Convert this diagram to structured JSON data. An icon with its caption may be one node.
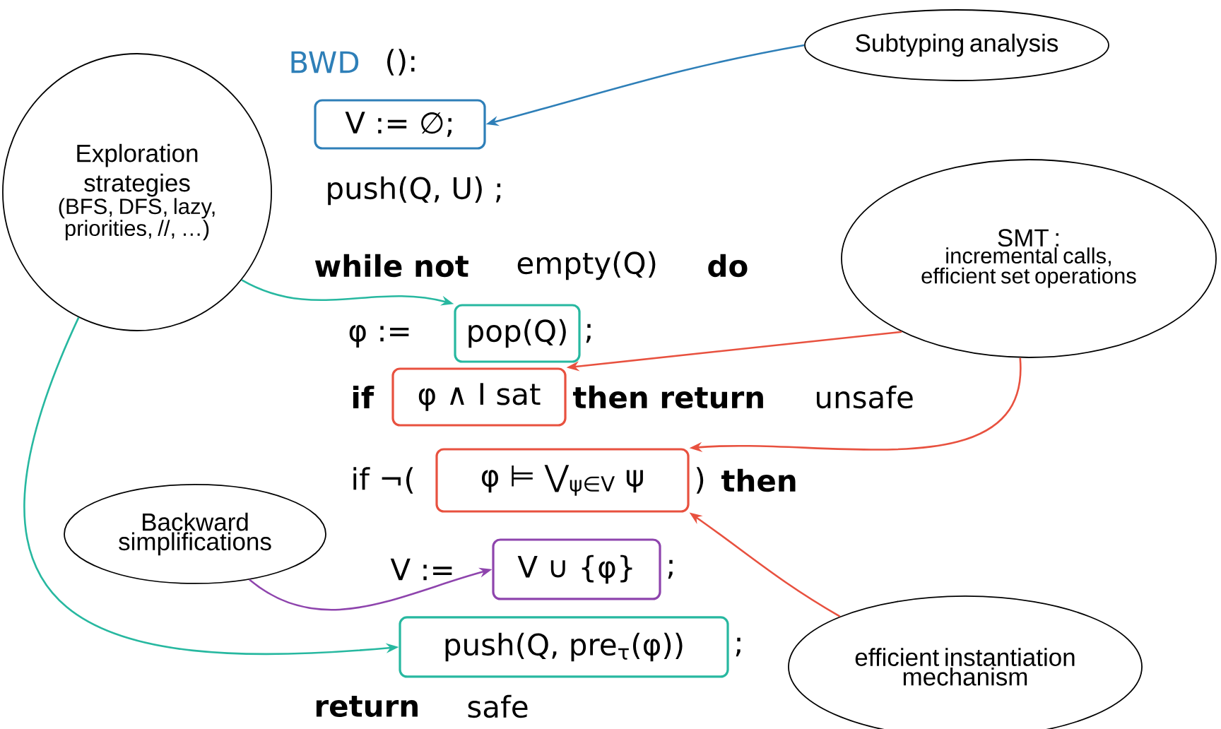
{
  "diagram": {
    "nodes": [
      {
        "text": [
          "Subtyping analysis"
        ]
      },
      {
        "text": [
          "Exploration strategies",
          "(BFS, DFS, lazy, priorities, //, …)"
        ]
      },
      {
        "text": [
          "SMT :",
          "incremental calls, efficient set operations"
        ]
      },
      {
        "text": [
          "Backward simplifications"
        ]
      },
      {
        "text": [
          "efficient instantiation mechanism"
        ]
      },
      {
        "text": [
          "V  := ∅;"
        ]
      },
      {
        "text": [
          "pop(Q)"
        ]
      },
      {
        "text": [
          "φ ∧ I sat"
        ]
      },
      {
        "text": [
          "φ ⊨ ⋁$_{ψ∈V}$ ψ"
        ]
      },
      {
        "text": [
          "V ∪ {φ}"
        ]
      },
      {
        "text": [
          "push(Q, pre$_{τ}$(φ))"
        ]
      }
    ],
    "edges": [
      {
        "from": 0,
        "to": 5,
        "arrow": "to",
        "color": "#2e7fb8"
      },
      {
        "from": 1,
        "to": 6,
        "arrow": "to",
        "color": "#27b8a0"
      },
      {
        "from": 1,
        "to": 10,
        "arrow": "to",
        "color": "#27b8a0"
      },
      {
        "from": 2,
        "to": 7,
        "arrow": "to",
        "color": "#e8513f"
      },
      {
        "from": 2,
        "to": 8,
        "arrow": "to",
        "color": "#e8513f"
      },
      {
        "from": 4,
        "to": 8,
        "arrow": "to",
        "color": "#e8513f"
      },
      {
        "from": 3,
        "to": 9,
        "arrow": "to",
        "color": "#8e44ad"
      }
    ],
    "labels": [
      "BWD",
      "():",
      "push(Q, U) ;",
      "while not",
      "empty(Q)",
      "do",
      "φ  :=",
      ";",
      "if",
      "then return",
      "unsafe",
      "if ¬(",
      ")",
      "then",
      "V  :=",
      ";",
      ";",
      "return",
      "safe"
    ]
  }
}
